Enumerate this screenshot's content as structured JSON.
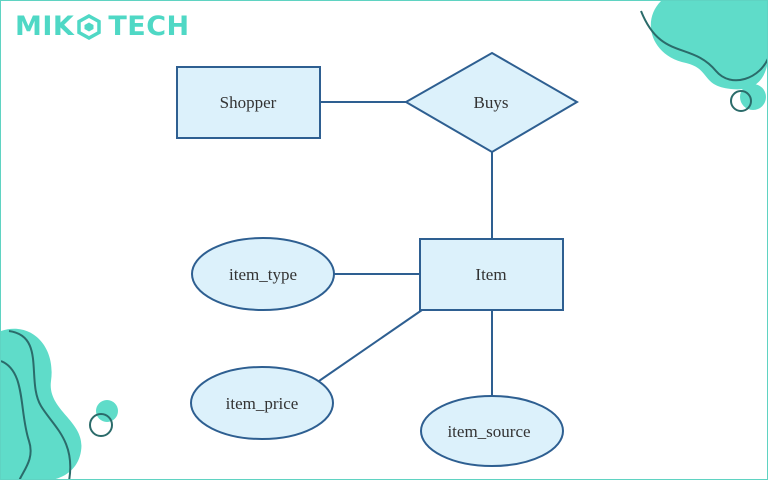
{
  "brand": {
    "prefix": "MIK",
    "suffix": "TECH",
    "logo_icon": "hexagon-logo-icon",
    "color": "#4fd8c5"
  },
  "diagram": {
    "entities": {
      "shopper": "Shopper",
      "item": "Item"
    },
    "relationships": {
      "buys": "Buys"
    },
    "attributes": {
      "item_type": "item_type",
      "item_price": "item_price",
      "item_source": "item_source"
    }
  },
  "colors": {
    "shape_fill": "#dcf1fb",
    "shape_stroke": "#2e5f91",
    "line": "#2e5f91",
    "accent_blob": "#5fdcc9",
    "accent_stroke": "#2b6b6a"
  }
}
